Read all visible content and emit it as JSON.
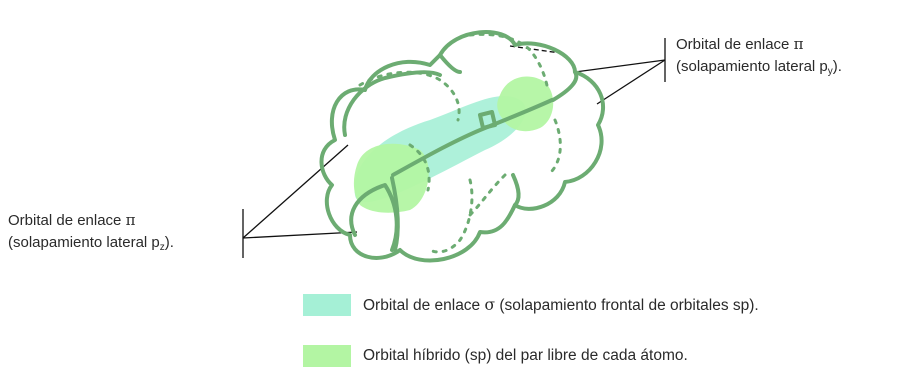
{
  "colors": {
    "outline": "#6cac72",
    "sigma_fill": "#a5f0d6",
    "sp_fill": "#b3f5a3",
    "text": "#2a2a2a",
    "callout_line": "#111111"
  },
  "labels": {
    "pi_py": {
      "line1_prefix": "Orbital de enlace ",
      "line1_symbol": "π",
      "line2_prefix": "(solapamiento lateral p",
      "line2_sub": "y",
      "line2_suffix": ")."
    },
    "pi_pz": {
      "line1_prefix": "Orbital de enlace ",
      "line1_symbol": "π",
      "line2_prefix": "(solapamiento lateral p",
      "line2_sub": "z",
      "line2_suffix": ")."
    }
  },
  "legend": {
    "sigma": {
      "prefix": "Orbital de enlace ",
      "symbol": "σ",
      "suffix": " (solapamiento frontal de orbitales sp)."
    },
    "sp": {
      "text": "Orbital híbrido (sp) del par libre de cada átomo."
    }
  }
}
